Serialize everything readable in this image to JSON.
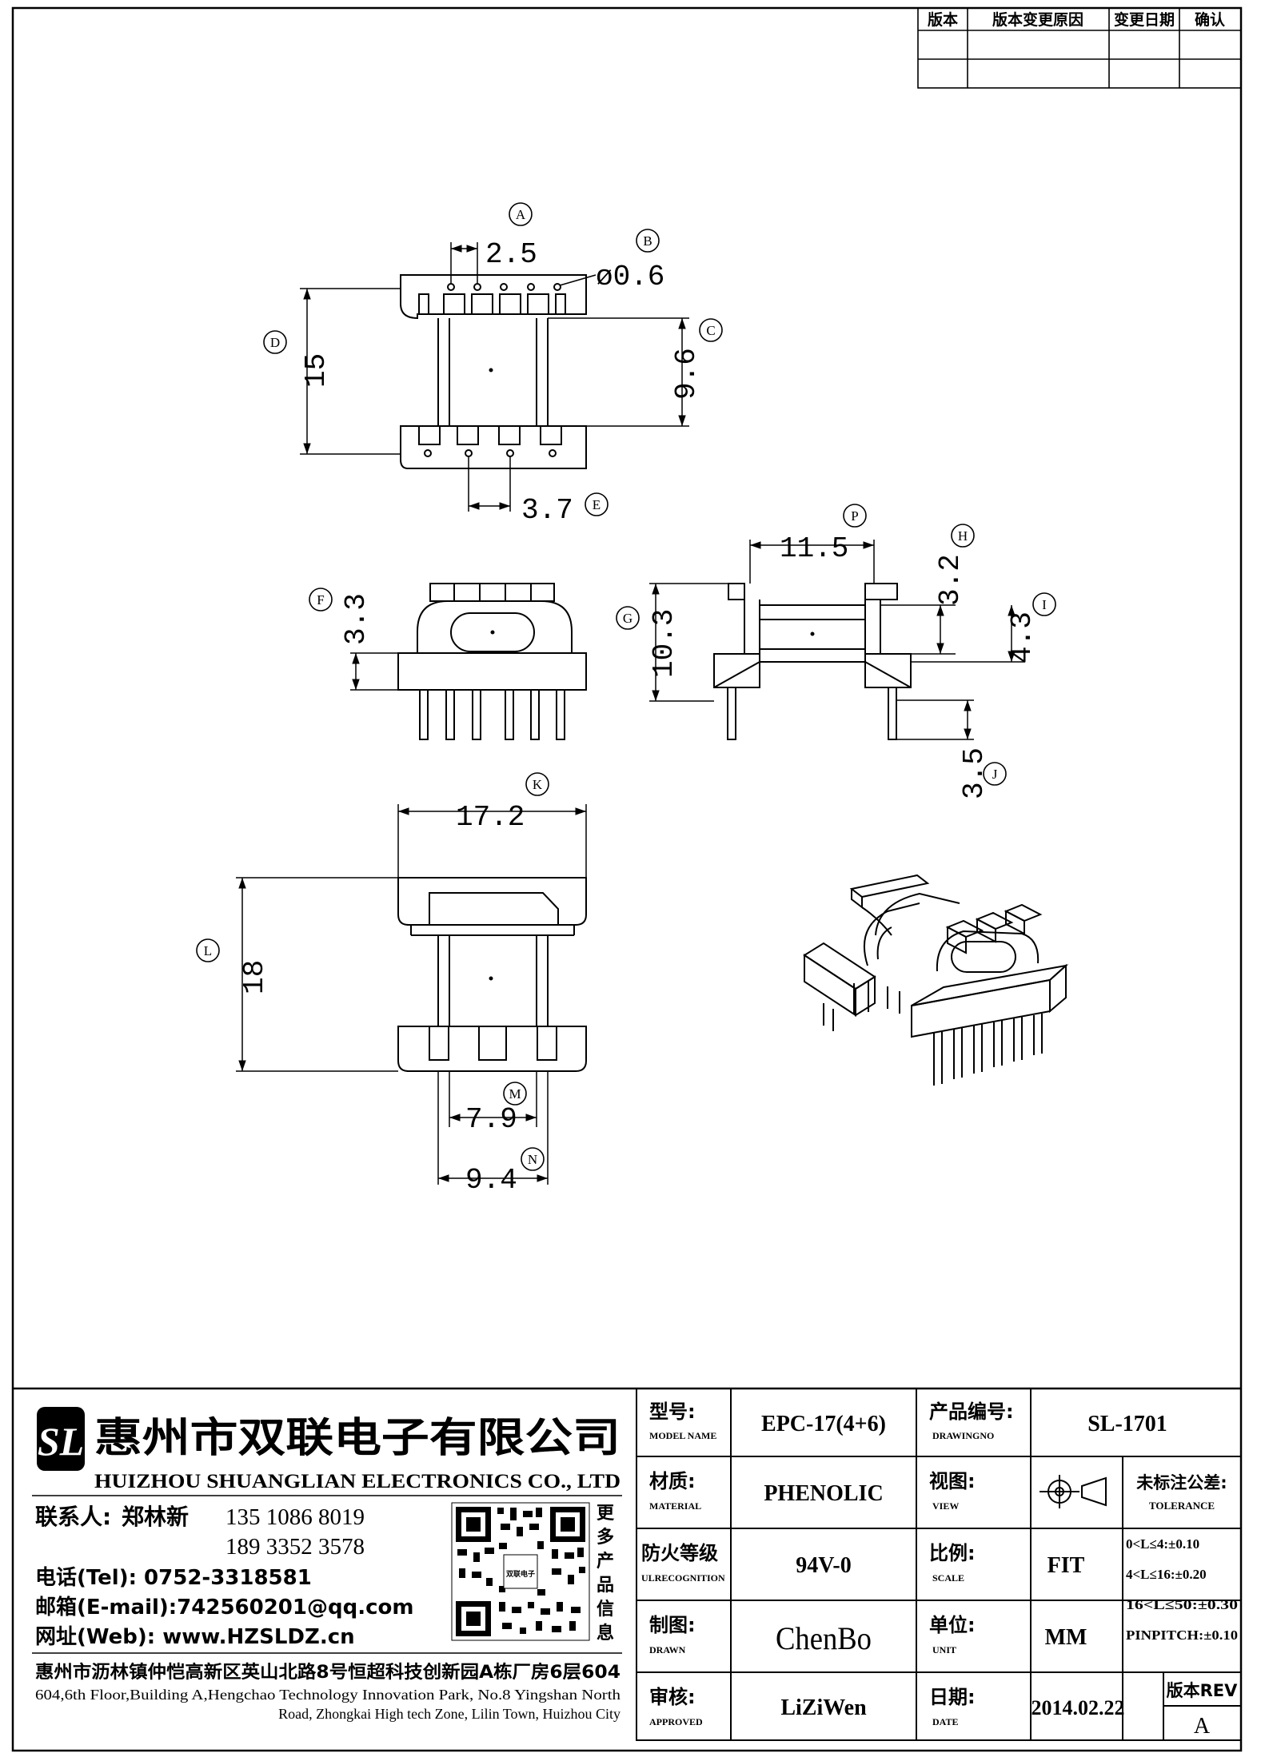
{
  "revision_table": {
    "headers": [
      "版本",
      "版本变更原因",
      "变更日期",
      "确认"
    ],
    "rows": [
      [
        "",
        "",
        "",
        ""
      ],
      [
        "",
        "",
        "",
        ""
      ]
    ]
  },
  "dimensions": {
    "A": {
      "letter": "A",
      "value": "2.5"
    },
    "B": {
      "letter": "B",
      "value": "ø0.6"
    },
    "C": {
      "letter": "C",
      "value": "9.6"
    },
    "D": {
      "letter": "D",
      "value": "15"
    },
    "E": {
      "letter": "E",
      "value": "3.7"
    },
    "F": {
      "letter": "F",
      "value": "3.3"
    },
    "G": {
      "letter": "G",
      "value": "10.3"
    },
    "H": {
      "letter": "H",
      "value": "3.2"
    },
    "I": {
      "letter": "I",
      "value": "4.3"
    },
    "J": {
      "letter": "J",
      "value": "3.5"
    },
    "K": {
      "letter": "K",
      "value": "17.2"
    },
    "L": {
      "letter": "L",
      "value": "18"
    },
    "M": {
      "letter": "M",
      "value": "7.9"
    },
    "N": {
      "letter": "N",
      "value": "9.4"
    },
    "P": {
      "letter": "P",
      "value": "11.5"
    }
  },
  "company": {
    "logo_text": "SL",
    "name_cn": "惠州市双联电子有限公司",
    "name_en": "HUIZHOU SHUANGLIAN ELECTRONICS CO., LTD",
    "contact_label": "联系人:",
    "contact_name": "郑林新",
    "phone1": "135 1086 8019",
    "phone2": "189 3352 3578",
    "tel": "电话(Tel): 0752-3318581",
    "email": "邮箱(E-mail):742560201@qq.com",
    "web": "网址(Web): www.HZSLDZ.cn",
    "qr_caption": [
      "更",
      "多",
      "产",
      "品",
      "信",
      "息"
    ],
    "qr_center": "双联电子",
    "address_cn": "惠州市沥林镇仲恺高新区英山北路8号恒超科技创新园A栋厂房6层604",
    "address_en_1": "604,6th Floor,Building A,Hengchao Technology Innovation Park, No.8 Yingshan North",
    "address_en_2": "Road, Zhongkai High tech Zone, Lilin Town, Huizhou City"
  },
  "title_block": {
    "model_label": "型号:",
    "model_label_en": "MODEL NAME",
    "model_value": "EPC-17(4+6)",
    "drawing_label": "产品编号:",
    "drawing_label_en": "DRAWINGNO",
    "drawing_value": "SL-1701",
    "material_label": "材质:",
    "material_label_en": "MATERIAL",
    "material_value": "PHENOLIC",
    "view_label": "视图:",
    "view_label_en": "VIEW",
    "tolerance_label": "未标注公差:",
    "tolerance_label_en": "TOLERANCE",
    "tolerances": [
      "0<L≤4:±0.10",
      "4<L≤16:±0.20",
      "16<L≤50:±0.30",
      "PINPITCH:±0.10"
    ],
    "fire_label": "防火等级",
    "fire_label_en": "ULRECOGNITION",
    "fire_value": "94V-0",
    "scale_label": "比例:",
    "scale_label_en": "SCALE",
    "scale_value": "FIT",
    "drawn_label": "制图:",
    "drawn_label_en": "DRAWN",
    "drawn_value": "ChenBo",
    "unit_label": "单位:",
    "unit_label_en": "UNIT",
    "unit_value": "MM",
    "approved_label": "审核:",
    "approved_label_en": "APPROVED",
    "approved_value": "LiZiWen",
    "date_label": "日期:",
    "date_label_en": "DATE",
    "date_value": "2014.02.22",
    "rev_label": "版本REV",
    "rev_value": "A"
  }
}
